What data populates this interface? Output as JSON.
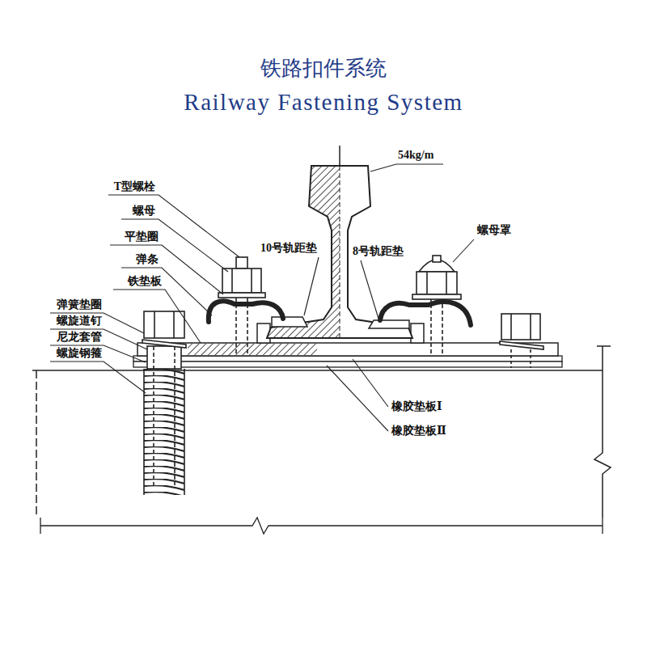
{
  "diagram": {
    "title": "铁路扣件系统",
    "labels": [
      "Railway Fastening System",
      "T型螺栓",
      "螺母",
      "平垫圈",
      "弹条",
      "铁垫板",
      "弹簧垫圈",
      "螺旋道钉",
      "尼龙套管",
      "螺旋钢箍",
      "54kg/m",
      "10号轨距垫",
      "8号轨距垫",
      "螺母罩",
      "橡胶垫板Ⅰ",
      "橡胶垫板Ⅱ"
    ]
  }
}
